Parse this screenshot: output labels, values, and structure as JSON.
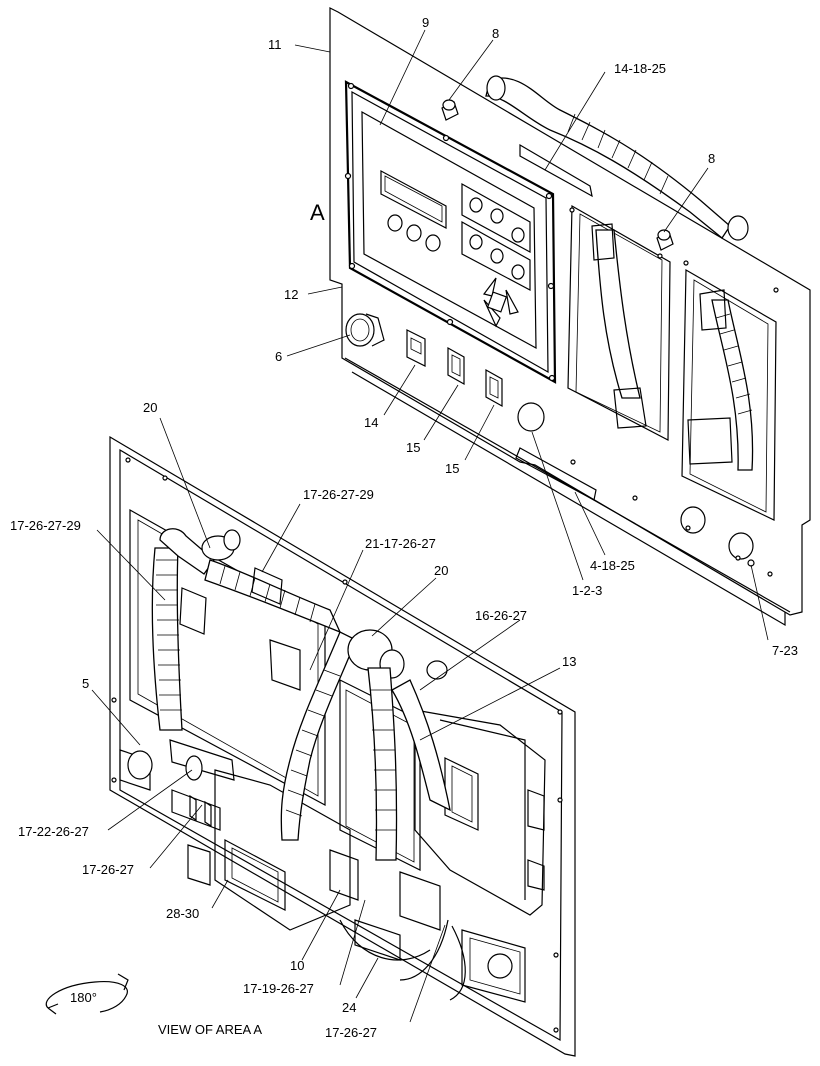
{
  "labels": {
    "l11": "11",
    "l9": "9",
    "l8a": "8",
    "l8b": "8",
    "l14_18_25": "14-18-25",
    "lA": "A",
    "l12": "12",
    "l6": "6",
    "l14": "14",
    "l15a": "15",
    "l15b": "15",
    "l20a": "20",
    "l17_26_27_29a": "17-26-27-29",
    "l17_26_27_29b": "17-26-27-29",
    "l21_17_26_27": "21-17-26-27",
    "l20b": "20",
    "l16_26_27": "16-26-27",
    "l4_18_25": "4-18-25",
    "l1_2_3": "1-2-3",
    "l7_23": "7-23",
    "l13": "13",
    "l5": "5",
    "l17_22_26_27": "17-22-26-27",
    "l17_26_27a": "17-26-27",
    "l28_30": "28-30",
    "l10": "10",
    "l17_19_26_27": "17-19-26-27",
    "l24": "24",
    "l17_26_27b": "17-26-27",
    "l180": "180°",
    "view_title": "VIEW OF AREA  A"
  },
  "icons": {
    "rotation": "rotate-arrow-icon"
  }
}
